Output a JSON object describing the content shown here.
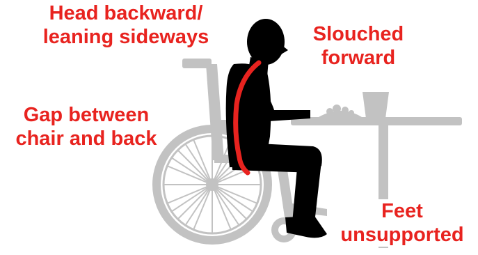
{
  "labels": {
    "head": [
      "Head backward/",
      "leaning sideways"
    ],
    "slouched": [
      "Slouched",
      "forward"
    ],
    "gap": [
      "Gap between",
      "chair and back"
    ],
    "feet": [
      "Feet",
      "unsupported"
    ]
  },
  "colors": {
    "label": "#e8231f",
    "wheelchair": "#c2c2c2",
    "figure": "#000000",
    "spine": "#e8231f"
  }
}
